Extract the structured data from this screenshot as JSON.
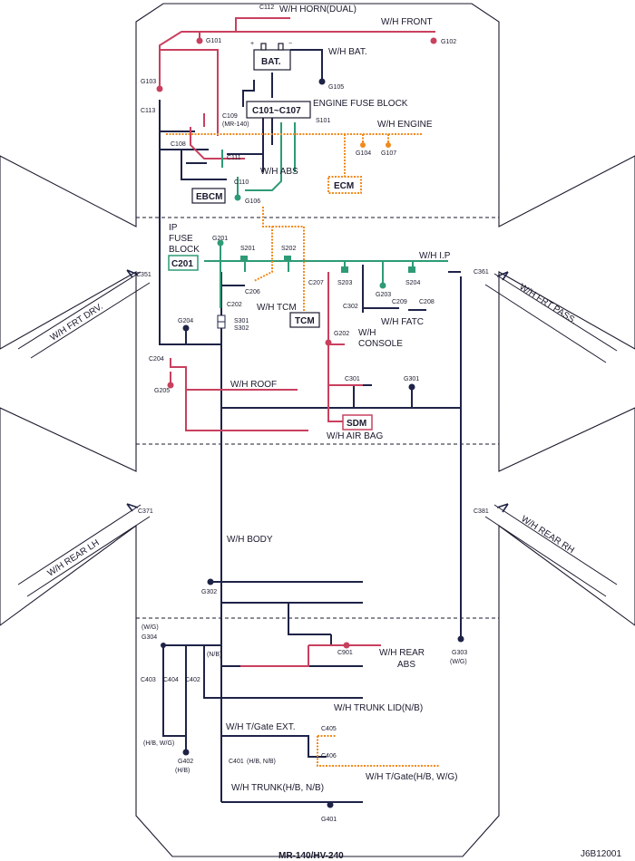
{
  "colors": {
    "wire_dark": "#1f2347",
    "wire_red": "#c9405f",
    "wire_green": "#2e9b76",
    "wire_orange": "#f08a1c",
    "outline": "#1a1a2e"
  },
  "harness": {
    "horn": "W/H HORN(DUAL)",
    "front": "W/H FRONT",
    "bat": "W/H BAT.",
    "engine_fuse_block": "ENGINE FUSE BLOCK",
    "engine": "W/H ENGINE",
    "abs": "W/H ABS",
    "ip": "W/H I.P",
    "tcm": "W/H TCM",
    "fatc": "W/H FATC",
    "console_1": "W/H",
    "console_2": "CONSOLE",
    "roof": "W/H ROOF",
    "air_bag": "W/H AIR BAG",
    "frt_drv": "W/H FRT DRV.",
    "frt_pass": "W/H FRT PASS.",
    "rear_lh": "W/H REAR LH",
    "rear_rh": "W/H REAR RH",
    "body": "W/H BODY",
    "rear_abs_1": "W/H REAR",
    "rear_abs_2": "ABS",
    "trunk_lid": "W/H TRUNK LID(N/B)",
    "tgate_ext": "W/H T/Gate EXT.",
    "tgate": "W/H T/Gate(H/B, W/G)",
    "trunk": "W/H TRUNK(H/B, N/B)"
  },
  "components": {
    "battery": "BAT.",
    "fuse_block": "C101~C107",
    "ecm": "ECM",
    "ebcm": "EBCM",
    "tcm": "TCM",
    "sdm": "SDM",
    "ip_fuse_1": "IP",
    "ip_fuse_2": "FUSE",
    "ip_fuse_3": "BLOCK",
    "c201": "C201",
    "plus": "+",
    "minus": "−"
  },
  "connectors": {
    "c112": "C112",
    "g101": "G101",
    "g102": "G102",
    "g103": "G103",
    "g105": "G105",
    "c113": "C113",
    "c109": "C109",
    "c109_sub": "(MR-140)",
    "s101": "S101",
    "c108": "C108",
    "g104": "G104",
    "g107": "G107",
    "c111": "C111",
    "c110": "C110",
    "g106": "G106",
    "g201": "G201",
    "s201": "S201",
    "s202": "S202",
    "c351": "C351",
    "c361": "C361",
    "c206": "C206",
    "c207": "C207",
    "s203": "S203",
    "s204": "S204",
    "g203": "G203",
    "c202": "C202",
    "c302": "C302",
    "c209": "C209",
    "c208": "C208",
    "s301": "S301",
    "s302": "S302",
    "g204": "G204",
    "g202": "G202",
    "c204": "C204",
    "g205": "G205",
    "c301": "C301",
    "g301": "G301",
    "c371": "C371",
    "c381": "C381",
    "g302": "G302",
    "g304": "G304",
    "g304_wg": "(W/G)",
    "nb": "(N/B)",
    "c403": "C403",
    "c404": "C404",
    "c402": "C402",
    "c901": "C901",
    "g303": "G303",
    "g303_wg": "(W/G)",
    "c405": "C405",
    "c406": "C406",
    "hb_wg": "(H/B, W/G)",
    "g402": "G402",
    "g402_hb": "(H/B)",
    "c401": "C401",
    "c401_sub": "(H/B, N/B)",
    "g401": "G401"
  },
  "footer": {
    "model": "MR-140/HV-240",
    "code": "J6B12001"
  }
}
